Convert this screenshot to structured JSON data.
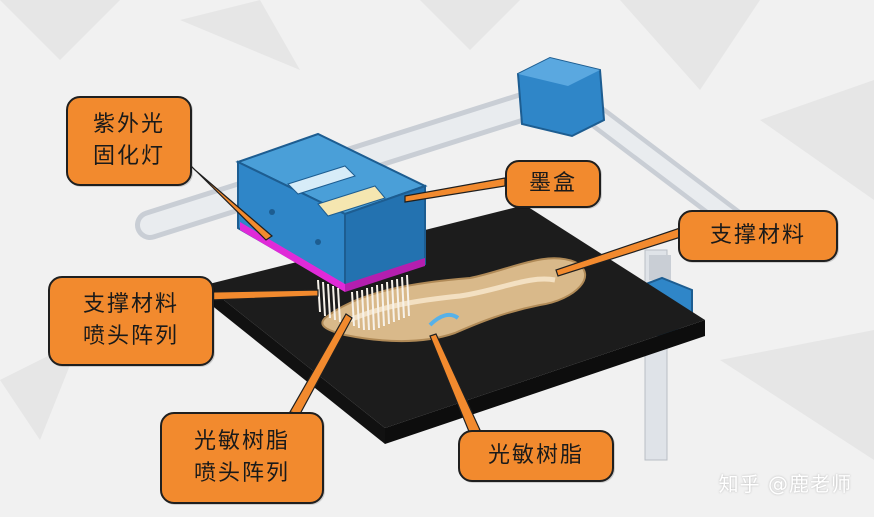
{
  "labels": {
    "uv_lamp": [
      "紫外光",
      "固化灯"
    ],
    "ink_box": "墨盒",
    "support_material": "支撑材料",
    "support_nozzle": [
      "支撑材料",
      "喷头阵列"
    ],
    "resin_nozzle": [
      "光敏树脂",
      "喷头阵列"
    ],
    "resin": "光敏树脂"
  },
  "watermark": "知乎 @鹿老师",
  "colors": {
    "callout_fill": "#f28a2e",
    "printhead_blue": "#2f86c8",
    "platform_black": "#1c1c1c",
    "rail_gray": "#d7dbe0"
  }
}
